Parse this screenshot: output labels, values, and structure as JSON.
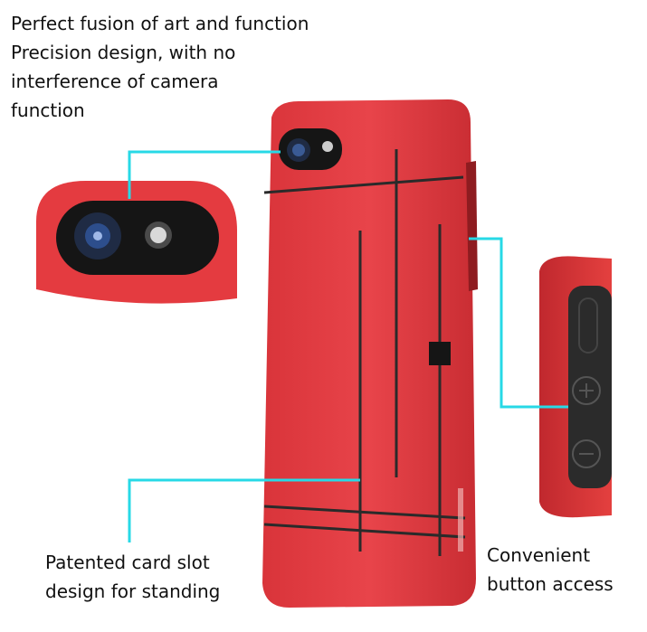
{
  "captions": {
    "art_function": "Perfect fusion of art and function",
    "precision_line1": "Precision design, with no",
    "precision_line2": "interference of camera",
    "precision_line3": "function",
    "card_slot_line1": "Patented card slot",
    "card_slot_line2": "design for standing",
    "button_line1": "Convenient",
    "button_line2": "button access"
  },
  "colors": {
    "case_red": "#e03a3e",
    "case_red_shadow": "#b5262b",
    "groove": "#2a2a2a",
    "callout_line": "#27d9e6",
    "camera_black": "#151515"
  }
}
